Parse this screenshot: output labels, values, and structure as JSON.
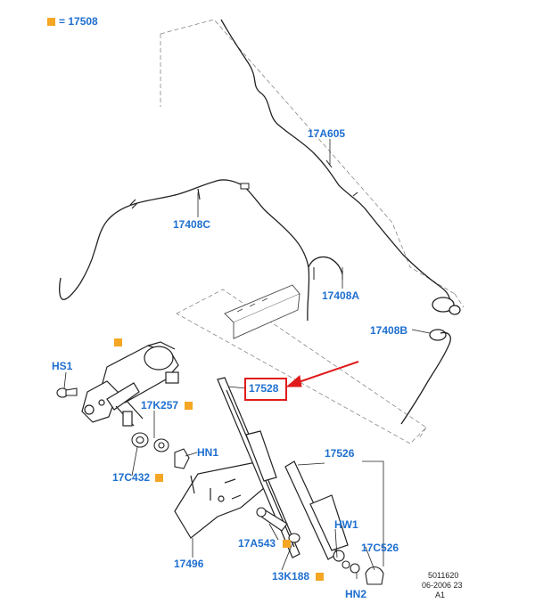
{
  "legend": {
    "text": "= 17508",
    "marker_color": "#f5a623"
  },
  "labels": {
    "part_17a605": "17A605",
    "part_17408c": "17408C",
    "part_17408a": "17408A",
    "part_17408b": "17408B",
    "part_hs1": "HS1",
    "part_17528": "17528",
    "part_17k257": "17K257",
    "part_hn1": "HN1",
    "part_17526": "17526",
    "part_17c432": "17C432",
    "part_hw1": "HW1",
    "part_17a543": "17A543",
    "part_17c526": "17C526",
    "part_17496": "17496",
    "part_13k188": "13K188",
    "part_hn2": "HN2"
  },
  "reference": {
    "line1": "5011620",
    "line2": "06-2006 23",
    "line3": "A1"
  },
  "colors": {
    "label_text": "#1e6fd0",
    "marker": "#f5a623",
    "highlight": "#e01b1b",
    "line_art": "#222222"
  }
}
